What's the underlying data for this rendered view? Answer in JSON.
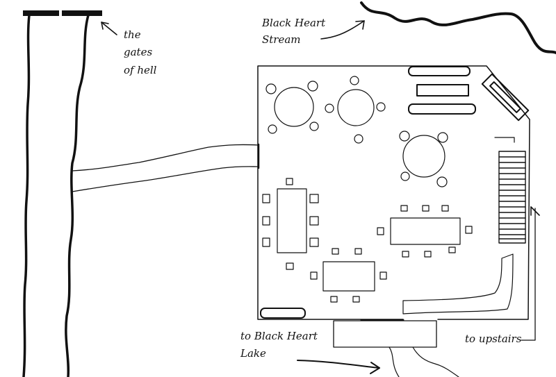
{
  "labels": {
    "gates_line1": "the",
    "gates_line2": "gates",
    "gates_line3": "of hell",
    "stream_line1": "Black Heart",
    "stream_line2": "Stream",
    "lake_line1": "to Black Heart",
    "lake_line2": "Lake",
    "upstairs": "to upstairs"
  },
  "colors": {
    "ink": "#111111",
    "background": "#ffffff"
  }
}
